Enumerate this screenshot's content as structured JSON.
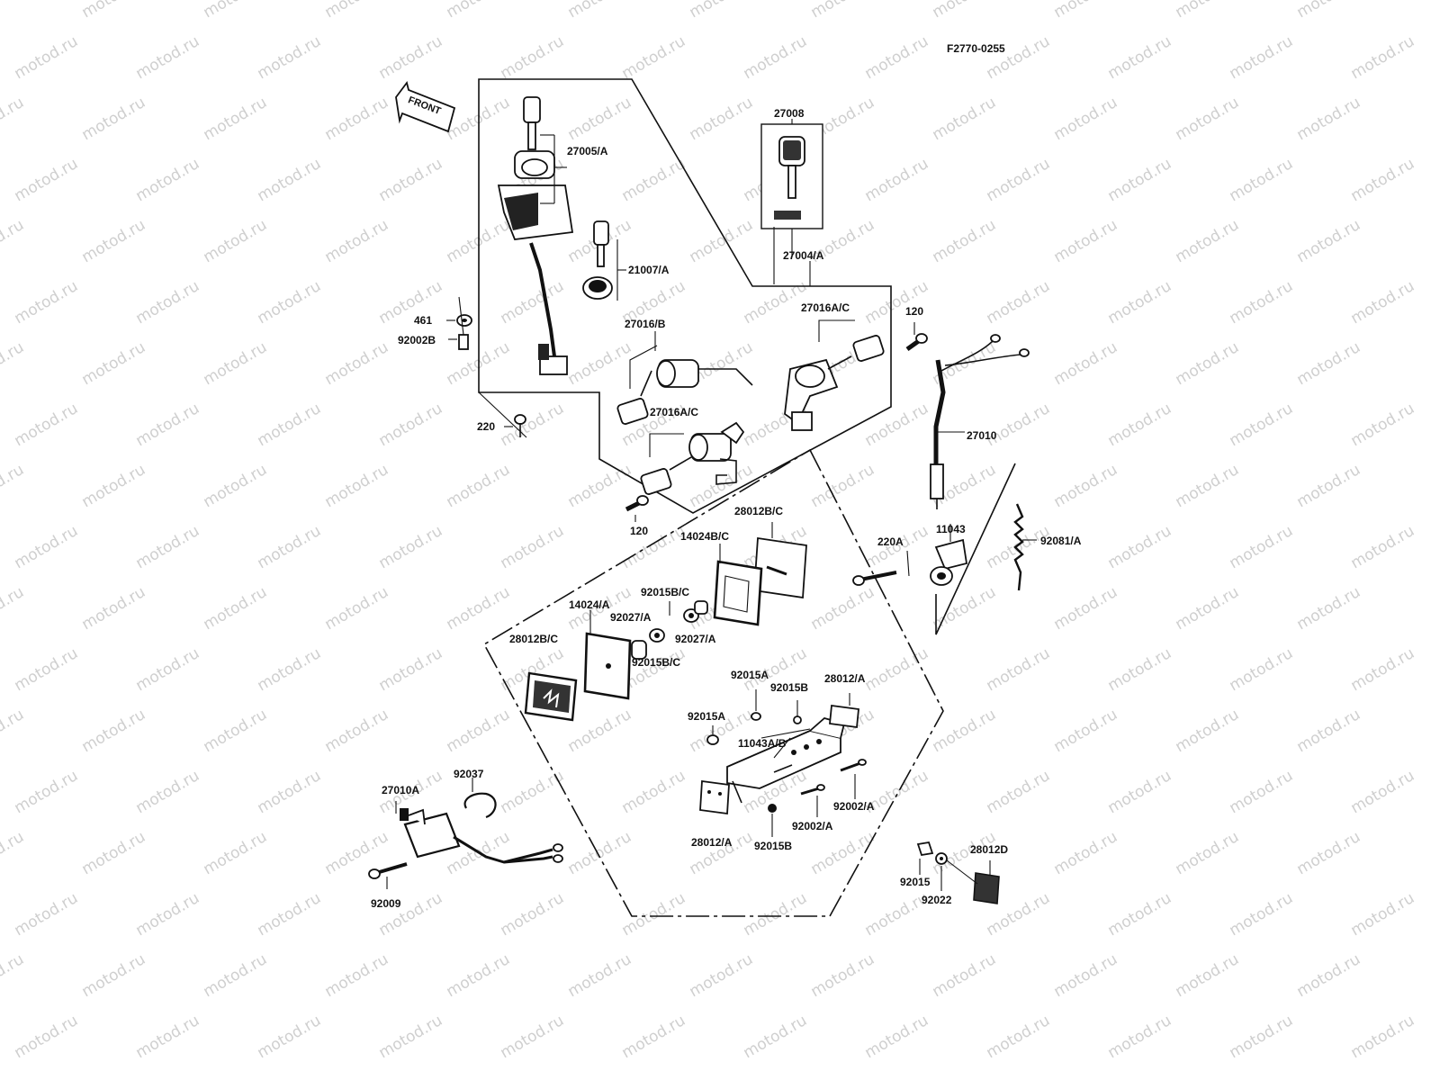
{
  "diagram": {
    "code": "F2770-0255",
    "front_label": "FRONT",
    "watermark": "motod.ru",
    "labels": {
      "27005A": "27005/A",
      "27008": "27008",
      "21007A": "21007/A",
      "27004A": "27004/A",
      "461": "461",
      "92002B": "92002B",
      "27016B": "27016/B",
      "27016AC_upper": "27016A/C",
      "120_upper": "120",
      "220": "220",
      "27016AC_lower": "27016A/C",
      "27010": "27010",
      "120_lower": "120",
      "28012BC_right": "28012B/C",
      "14024BC": "14024B/C",
      "220A": "220A",
      "11043": "11043",
      "92081A": "92081/A",
      "92015BC_upper": "92015B/C",
      "14024A": "14024/A",
      "92027A_left": "92027/A",
      "92027A_right": "92027/A",
      "28012BC_left": "28012B/C",
      "92015BC_lower": "92015B/C",
      "92015A_upper": "92015A",
      "92015B_upper": "92015B",
      "28012A_upper": "28012/A",
      "92015A_lower": "92015A",
      "11043AB": "11043A/B",
      "27010A": "27010A",
      "92037": "92037",
      "92002A_right": "92002/A",
      "92002A_lower": "92002/A",
      "28012A_lower": "28012/A",
      "92015B_lower": "92015B",
      "92009": "92009",
      "28012D": "28012D",
      "92015": "92015",
      "92022": "92022"
    }
  }
}
